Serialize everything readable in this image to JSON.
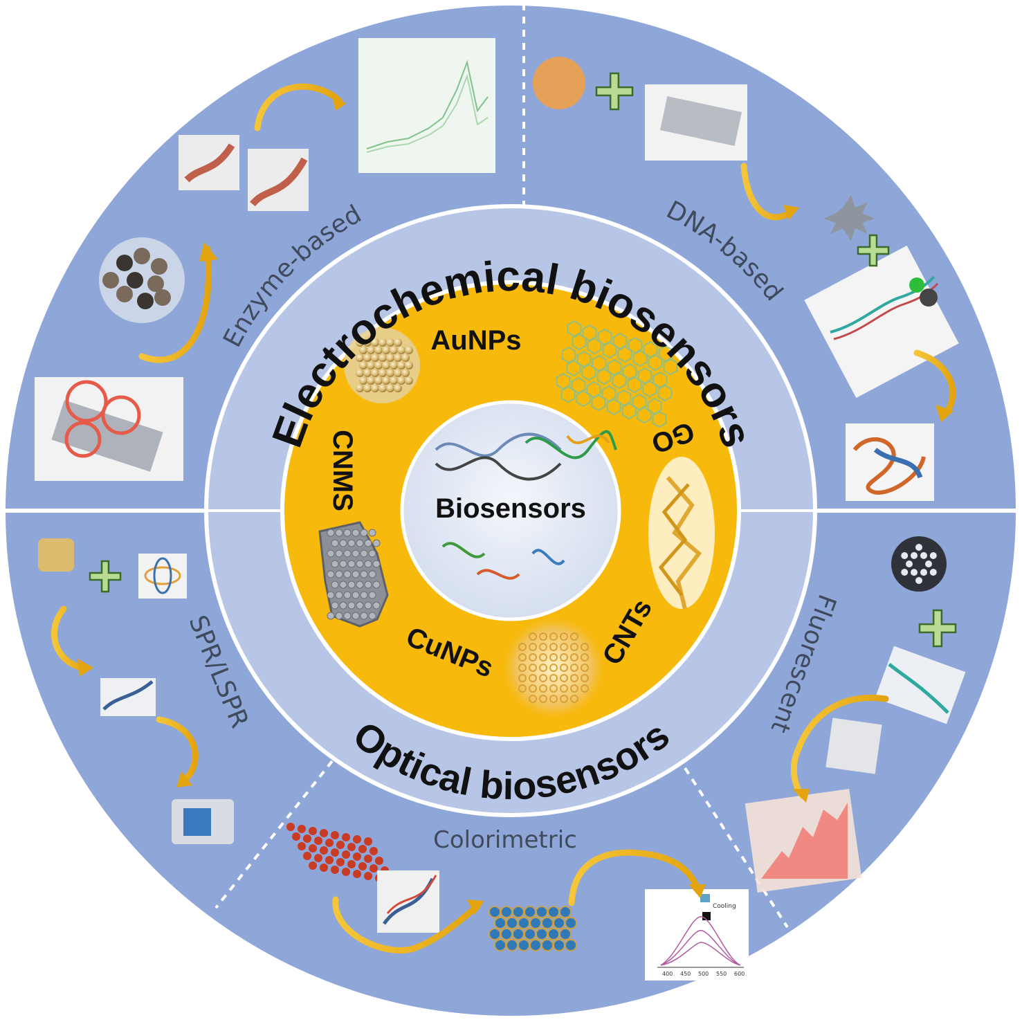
{
  "center": {
    "title": "Biosensors"
  },
  "materials": {
    "aunps": "AuNPs",
    "go": "GO",
    "cnts": "CNTs",
    "cunps": "CuNPs",
    "cnms": "CNMS"
  },
  "categories": {
    "electrochemical": "Electrochemical biosensors",
    "optical": "Optical biosensors"
  },
  "methods": {
    "enzyme": "Enzyme-based",
    "dna": "DNA-based",
    "spr": "SPR/LSPR",
    "colorimetric": "Colorimetric",
    "fluorescent": "Fluorescent"
  },
  "chart_inset": {
    "cooling_label": "Cooling",
    "x_ticks": [
      "400",
      "450",
      "500",
      "550",
      "600"
    ]
  },
  "colors": {
    "outer_ring": "#8ea6d8",
    "middle_ring": "#b7c6e6",
    "inner_ring": "#f7b90b",
    "core": "#dfe6f2",
    "arrow": "#f2b71f",
    "plus": "#b9dc95",
    "text_dark": "#111111",
    "text_method": "#3f4a5c"
  }
}
